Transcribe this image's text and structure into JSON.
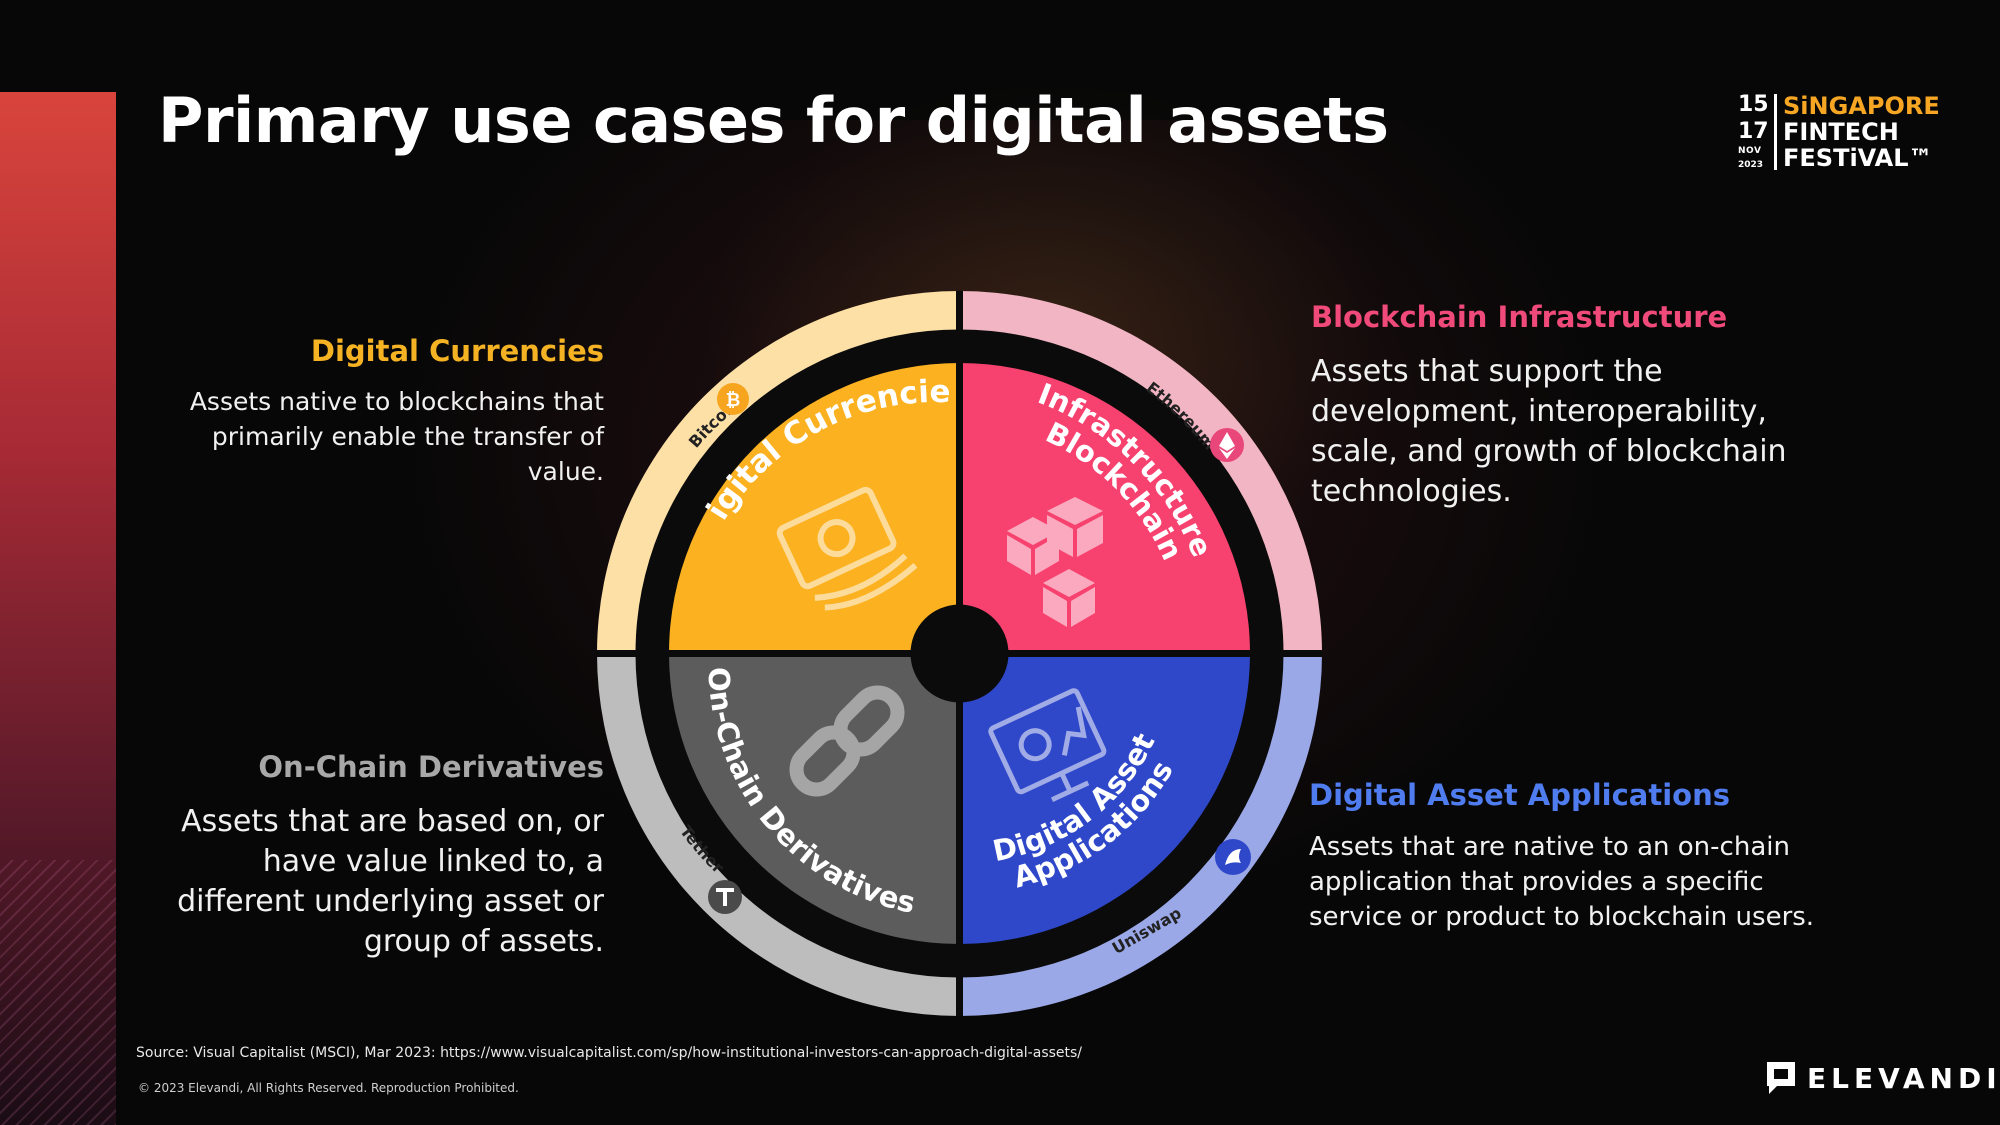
{
  "title": "Primary use cases for digital assets",
  "logo": {
    "date_start": "15",
    "date_end": "17",
    "month": "NOV",
    "year": "2023",
    "line1": "SiNGAPORE",
    "line2": "FINTECH",
    "line3": "FESTiVAL™"
  },
  "categories": [
    {
      "id": "digital-currencies",
      "heading": "Digital Currencies",
      "description": "Assets native to blockchains that primarily enable the transfer of value.",
      "segment_label": "Digital Currencies",
      "example": "Bitcoin",
      "color": "#fbb120",
      "ring_color": "#fde0a6",
      "icon": "banknote-icon",
      "example_icon": "bitcoin-icon"
    },
    {
      "id": "blockchain-infrastructure",
      "heading": "Blockchain Infrastructure",
      "description": "Assets that support the development, interoperability, scale, and growth of blockchain technologies.",
      "segment_label_line1": "Blockchain",
      "segment_label_line2": "Infrastructure",
      "example": "Ethereum",
      "color": "#f7416f",
      "ring_color": "#f2b5c3",
      "icon": "cubes-icon",
      "example_icon": "ethereum-icon"
    },
    {
      "id": "on-chain-derivatives",
      "heading": "On-Chain Derivatives",
      "description": "Assets that are based on, or have value linked to, a different underlying asset or group of assets.",
      "segment_label": "On-Chain Derivatives",
      "example": "Tether",
      "color": "#5c5c5c",
      "ring_color": "#bdbdbd",
      "icon": "chain-link-icon",
      "example_icon": "tether-icon"
    },
    {
      "id": "digital-asset-applications",
      "heading": "Digital Asset Applications",
      "description": "Assets that are native to an on-chain application that provides a specific service or product to blockchain users.",
      "segment_label_line1": "Digital Asset",
      "segment_label_line2": "Applications",
      "example": "Uniswap",
      "color": "#2f48c9",
      "ring_color": "#9aa8e8",
      "icon": "monitor-chart-icon",
      "example_icon": "uniswap-icon"
    }
  ],
  "source": "Source: Visual Capitalist (MSCI), Mar 2023: https://www.visualcapitalist.com/sp/how-institutional-investors-can-approach-digital-assets/",
  "copyright": "© 2023 Elevandi, All Rights Reserved. Reproduction Prohibited.",
  "brand": "ELEVANDI",
  "colors": {
    "accent_red": "#d9443c",
    "background": "#070707"
  }
}
